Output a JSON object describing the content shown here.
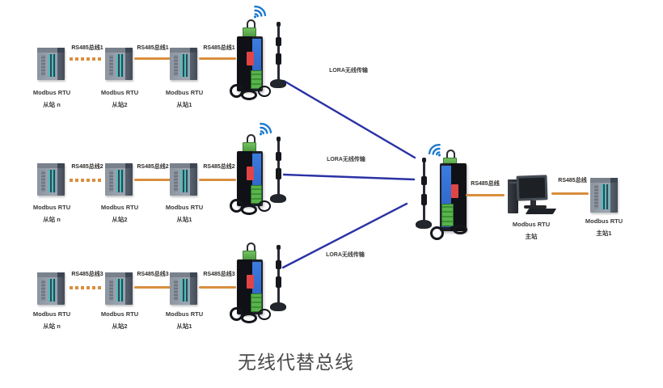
{
  "title": "无线代替总线",
  "colors": {
    "rs485_bus": "#d98e3e",
    "lora_link": "#2a32a4",
    "wifi_blue": "#1a78cf"
  },
  "icons": {
    "wifi-signal-icon": "blue signal arcs with dot",
    "plc-icon": "gray PLC box with teal stripes",
    "lora-module-icon": "black DTU, blue panel, red tag, green terminals",
    "antenna-icon": "black whip antenna on magnetic base",
    "desktop-pc-icon": "monitor with tower"
  },
  "slave_rows": [
    {
      "bus_label": "RS485总线1",
      "plcs": [
        {
          "line1": "Modbus RTU",
          "line2": "从站 n"
        },
        {
          "line1": "Modbus RTU",
          "line2": "从站2"
        },
        {
          "line1": "Modbus RTU",
          "line2": "从站1"
        }
      ]
    },
    {
      "bus_label": "RS485总线2",
      "plcs": [
        {
          "line1": "Modbus RTU",
          "line2": "从站 n"
        },
        {
          "line1": "Modbus RTU",
          "line2": "从站2"
        },
        {
          "line1": "Modbus RTU",
          "line2": "从站1"
        }
      ]
    },
    {
      "bus_label": "RS485总线3",
      "plcs": [
        {
          "line1": "Modbus RTU",
          "line2": "从站 n"
        },
        {
          "line1": "Modbus RTU",
          "line2": "从站2"
        },
        {
          "line1": "Modbus RTU",
          "line2": "从站1"
        }
      ]
    }
  ],
  "lora_links": [
    "LORA无线传输",
    "LORA无线传输",
    "LORA无线传输"
  ],
  "center": {
    "receiver_bus_label": "RS485总线",
    "pc": {
      "line1": "Modbus RTU",
      "line2": "主站"
    },
    "pc_bus_label": "RS485总线",
    "master_plc": {
      "line1": "Modbus RTU",
      "line2": "主站1"
    }
  }
}
